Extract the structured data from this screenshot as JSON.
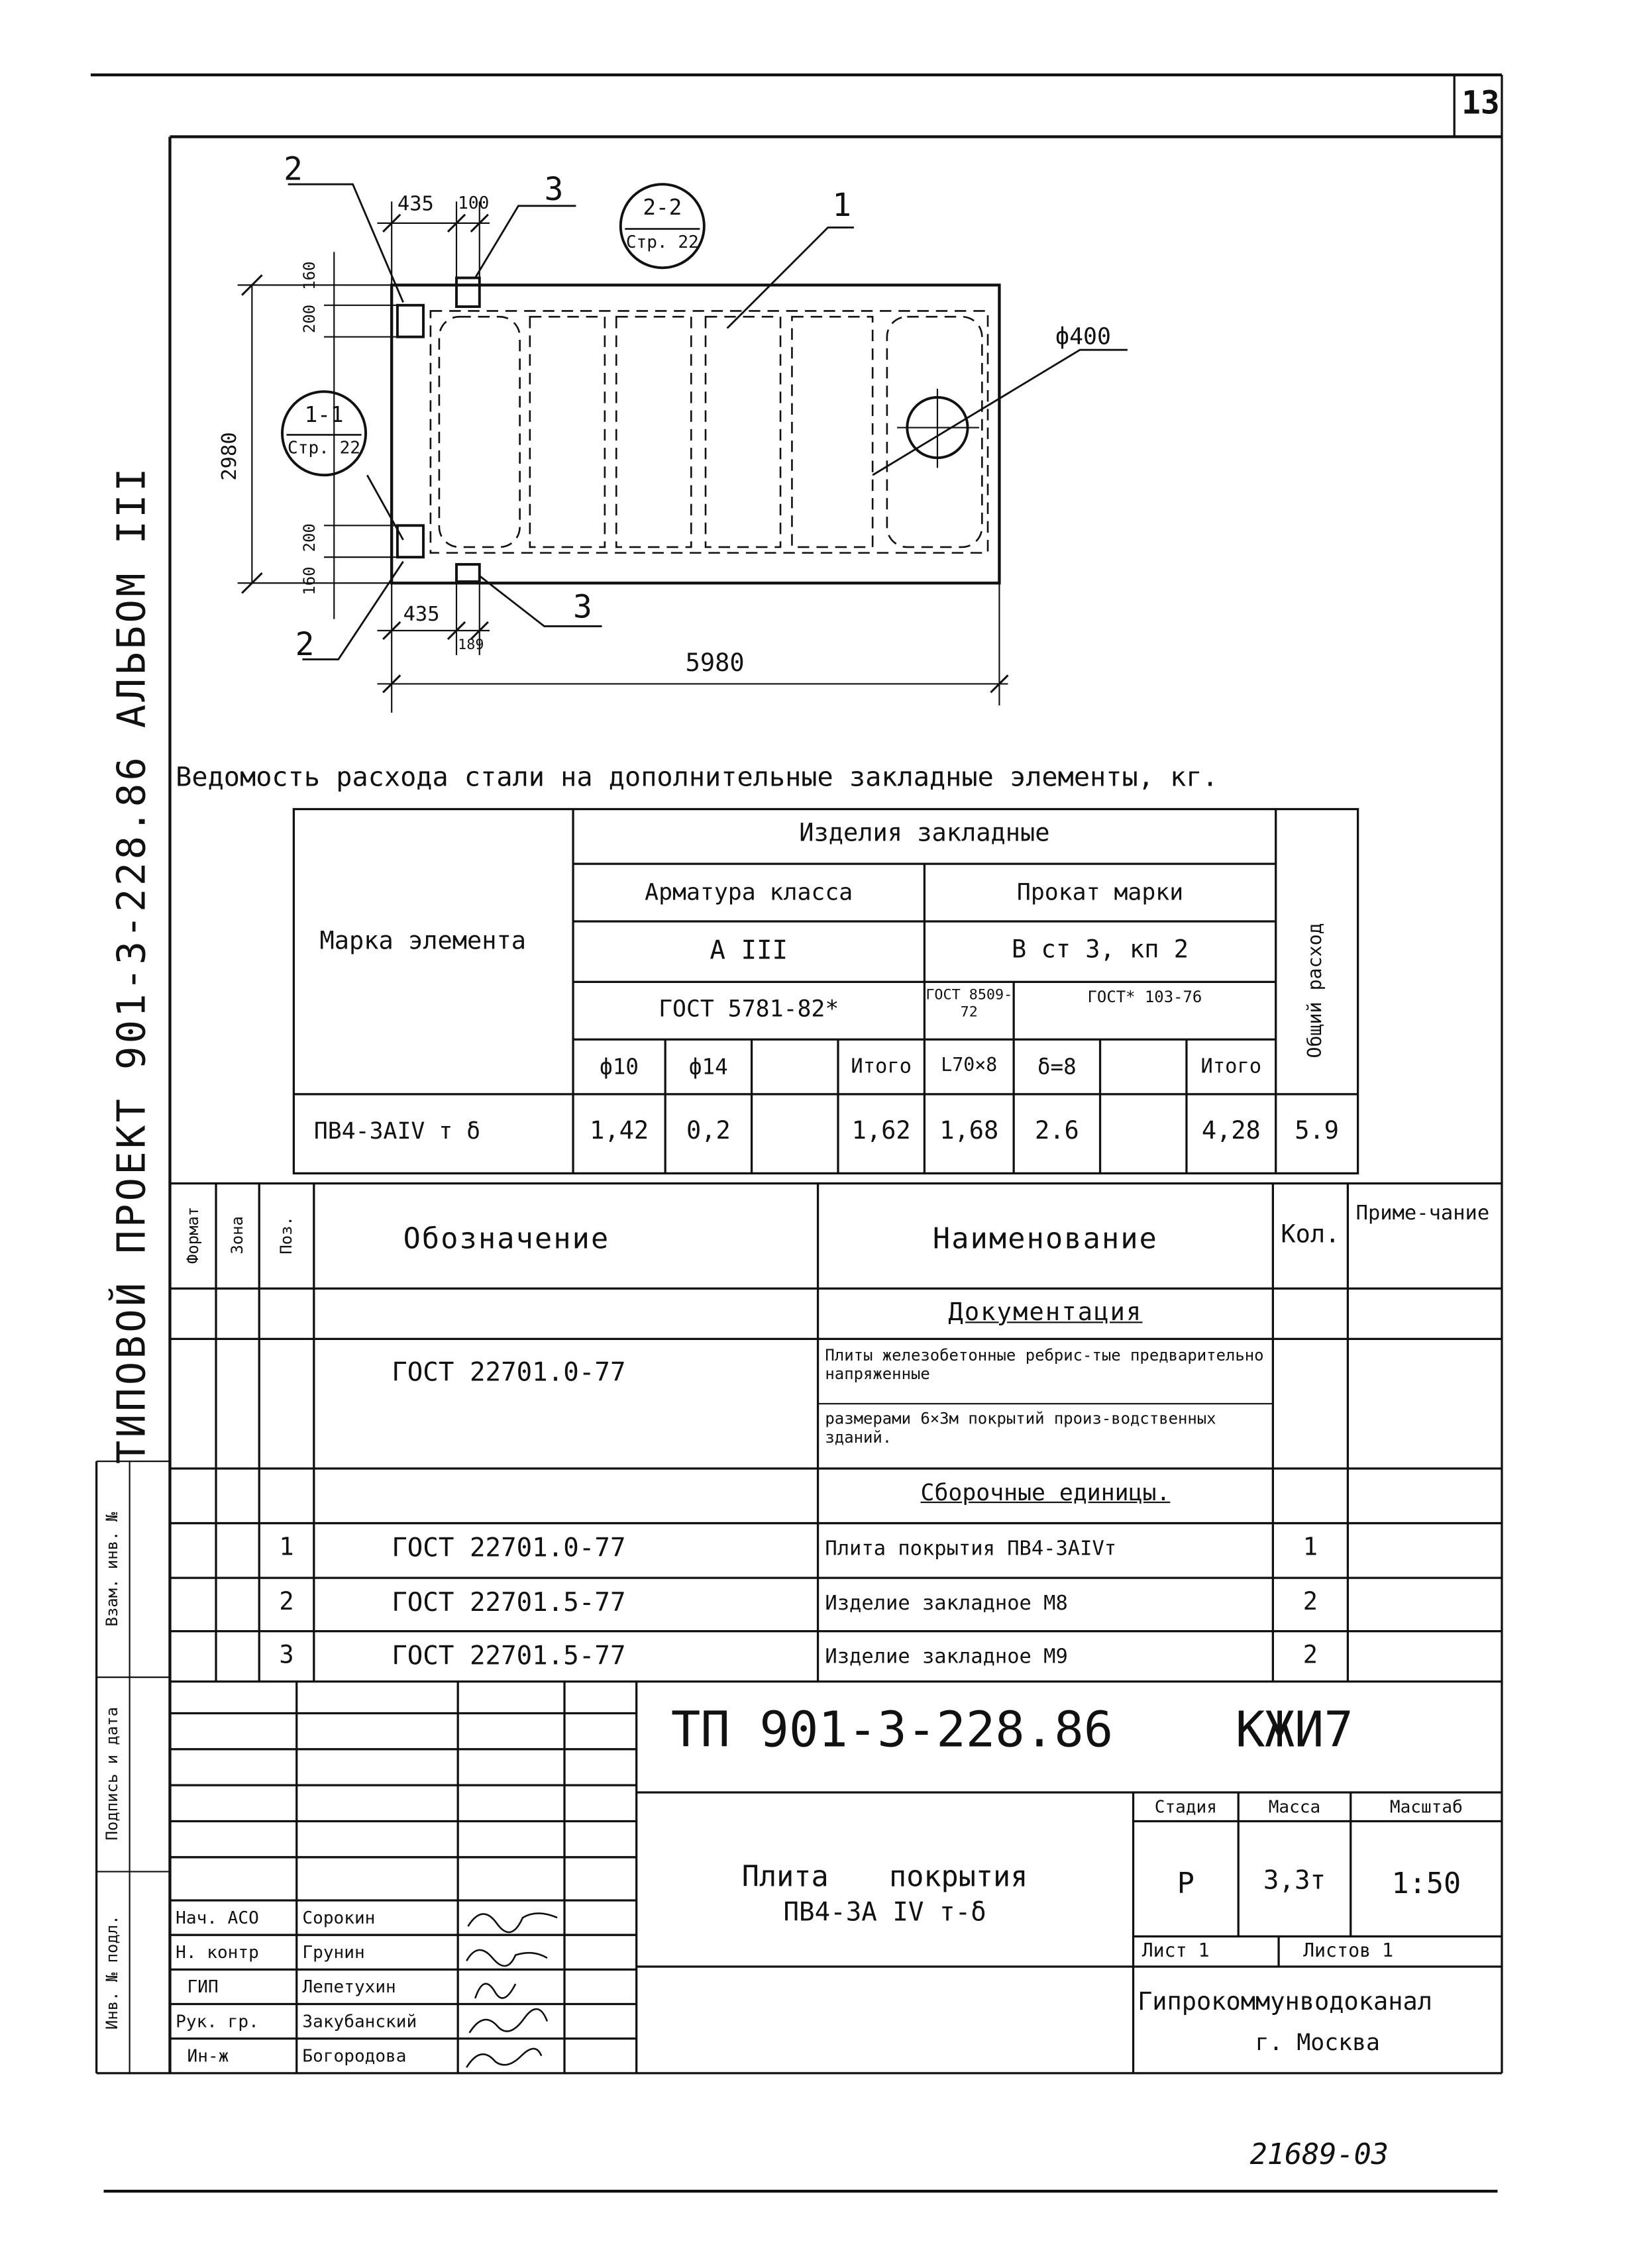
{
  "page_number": "13",
  "side_title": "ТИПОВОЙ ПРОЕКТ 901-3-228.86 АЛЬБОМ III",
  "plan": {
    "callouts": [
      "2",
      "3",
      "1",
      "2",
      "3"
    ],
    "section_2": {
      "num": "2-2",
      "ref": "Стр. 22"
    },
    "section_1": {
      "num": "1-1",
      "ref": "Стр. 22"
    },
    "dims": {
      "top_435": "435",
      "top_100": "100",
      "d160_top": "160",
      "d200_top": "200",
      "height_2980": "2980",
      "d200_bot": "200",
      "d160_bot": "160",
      "bot_435": "435",
      "bot_189": "189",
      "width_5980": "5980"
    },
    "hole_label": "ф400"
  },
  "steel": {
    "title": "Ведомость расхода стали на дополнительные закладные элементы, кг.",
    "header": {
      "group": "Изделия закладные",
      "mark": "Марка элемента",
      "rebar_class": "Арматура класса",
      "rebar_grade": "А III",
      "rebar_gost": "ГОСТ 5781-82*",
      "rolled_mark": "Прокат марки",
      "rolled_grade": "В ст 3, кп 2",
      "rolled_gost1": "ГОСТ 8509-72",
      "rolled_gost2": "ГОСТ* 103-76",
      "total_use": "Общий расход",
      "col_phi10": "ф10",
      "col_phi14": "ф14",
      "col_total1": "Итого",
      "col_angle": "L70×8",
      "col_delta": "δ=8",
      "col_total2": "Итого"
    },
    "row": {
      "mark": "ПВ4-3АIV т δ",
      "phi10": "1,42",
      "phi14": "0,2",
      "total1": "1,62",
      "angle": "1,68",
      "delta": "2.6",
      "total2": "4,28",
      "total_use": "5.9"
    }
  },
  "spec": {
    "headers": {
      "format": "Формат",
      "zone": "Зона",
      "pos": "Поз.",
      "designation": "Обозначение",
      "name": "Наименование",
      "qty": "Кол.",
      "note": "Приме-чание"
    },
    "section_docs": "Документация",
    "doc_gost": "ГОСТ 22701.0-77",
    "doc_name_1": "Плиты железобетонные ребрис-тые предварительно напряженные",
    "doc_name_2": "размерами 6×3м покрытий произ-водственных зданий.",
    "section_units": "Сборочные единицы.",
    "rows": [
      {
        "pos": "1",
        "gost": "ГОСТ 22701.0-77",
        "name": "Плита покрытия ПВ4-3АIVт",
        "qty": "1"
      },
      {
        "pos": "2",
        "gost": "ГОСТ 22701.5-77",
        "name": "Изделие закладное М8",
        "qty": "2"
      },
      {
        "pos": "3",
        "gost": "ГОСТ 22701.5-77",
        "name": "Изделие закладное М9",
        "qty": "2"
      }
    ]
  },
  "stamp": {
    "code": "ТП 901-3-228.86",
    "sheet_code": "КЖИ7",
    "title_line1": "Плита покрытия",
    "title_line2": "ПВ4-3А IV т-δ",
    "stage_label": "Стадия",
    "mass_label": "Масса",
    "scale_label": "Масштаб",
    "stage": "Р",
    "mass": "3,3т",
    "scale": "1:50",
    "sheet_label": "Лист 1",
    "sheets_label": "Листов 1",
    "org_line1": "Гипрокоммунводоканал",
    "org_line2": "г. Москва",
    "people": [
      {
        "role": "Нач. АСО",
        "name": "Сорокин"
      },
      {
        "role": "Н. контр",
        "name": "Грунин"
      },
      {
        "role": "ГИП",
        "name": "Лепетухин"
      },
      {
        "role": "Рук. гр.",
        "name": "Закубанский"
      },
      {
        "role": "Ин-ж",
        "name": "Богородова"
      }
    ]
  },
  "margin_labels": {
    "inv_podl": "Инв. № подл.",
    "podp_data": "Подпись и дата",
    "vzam_inv": "Взам. инв. №"
  },
  "footer_code": "21689-03"
}
